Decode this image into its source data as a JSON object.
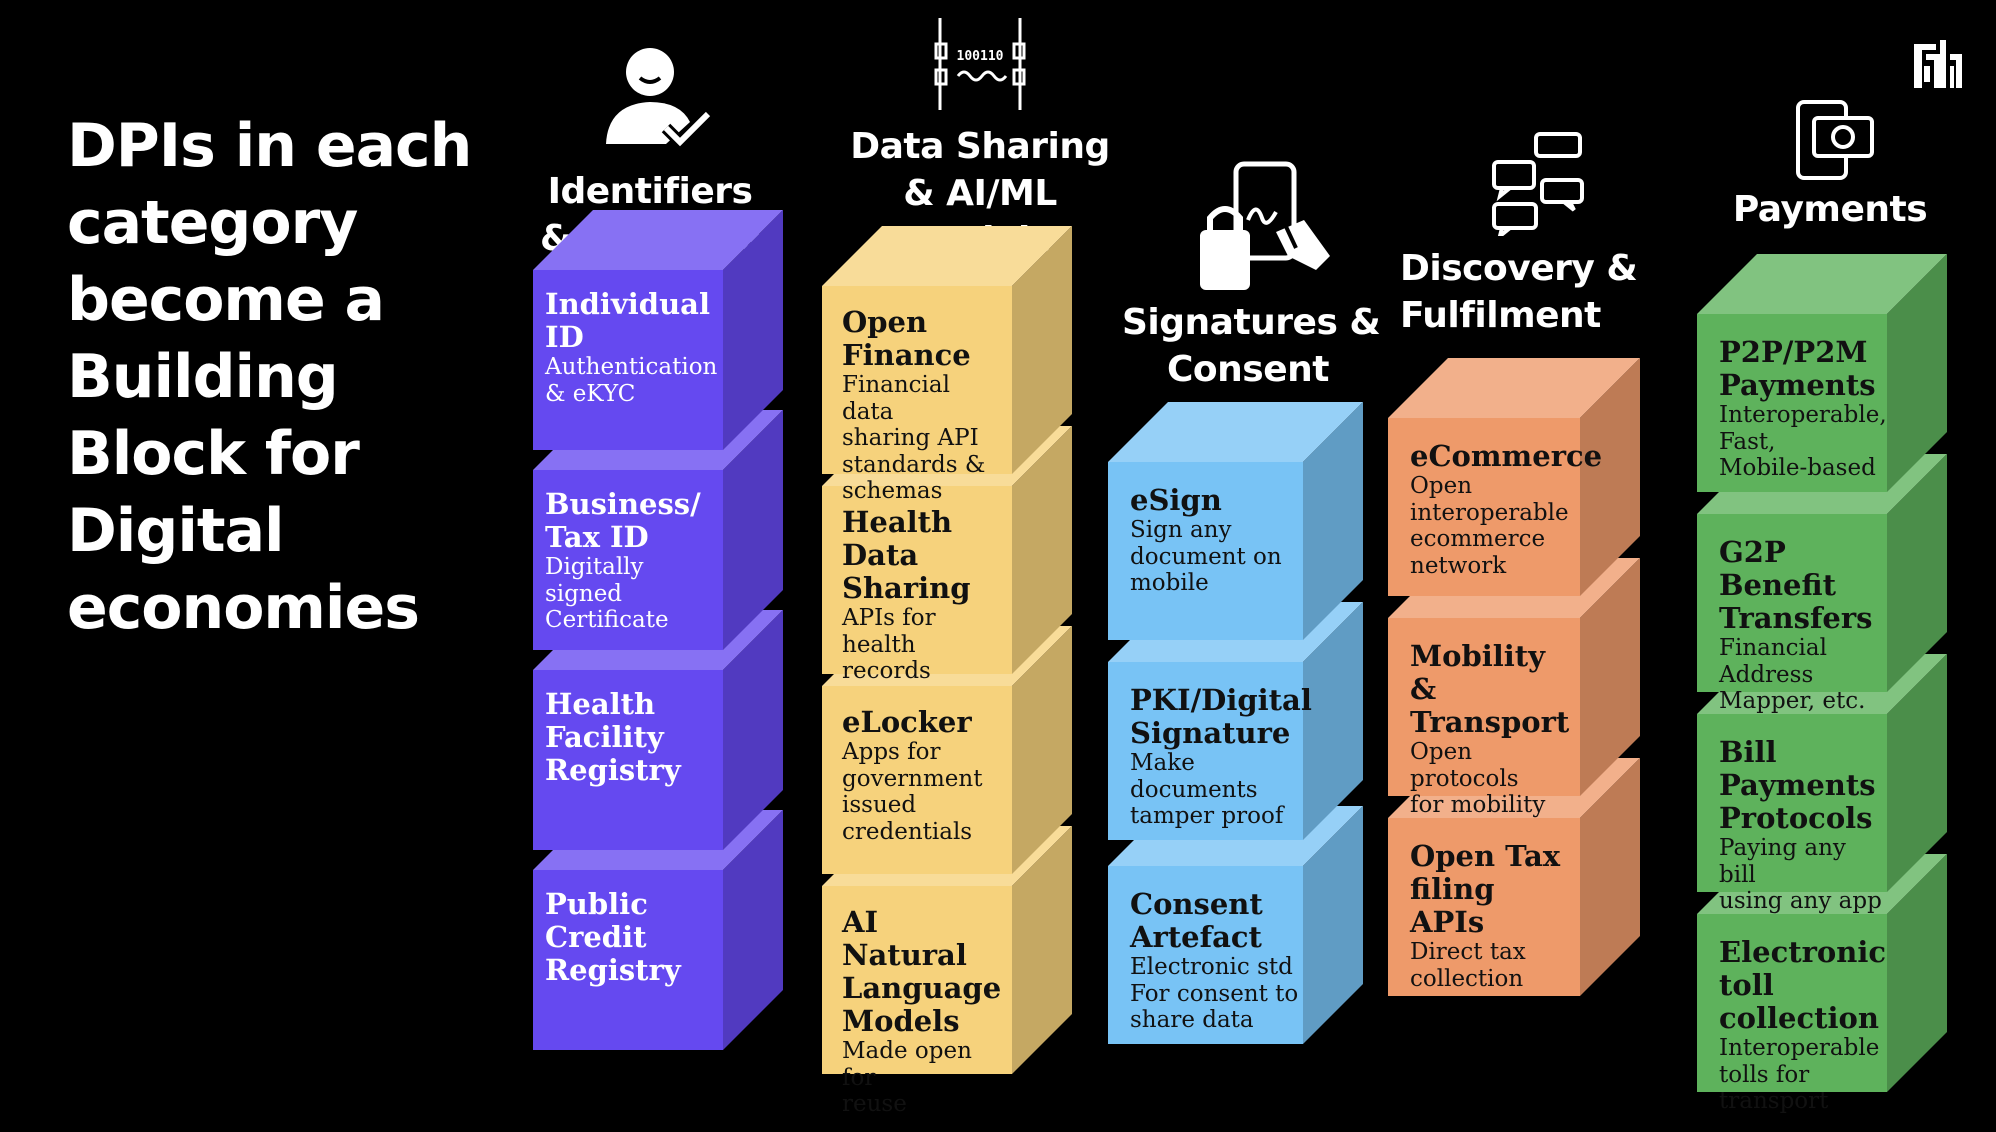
{
  "headline": [
    "DPIs in each",
    "category",
    "become a",
    "Building",
    "Block for",
    "Digital",
    "economies"
  ],
  "colors": {
    "identifiers": "#6549F0",
    "data_sharing": "#F6D27C",
    "signatures": "#78C3F5",
    "discovery": "#EE9A6A",
    "payments": "#5EB25C"
  },
  "columns": [
    {
      "title": [
        "Identifiers",
        "& Registries"
      ],
      "icon": "person-check-icon",
      "items": [
        {
          "title": "Individual\nID",
          "desc": "Authentication\n& eKYC"
        },
        {
          "title": "Business/\nTax ID",
          "desc": "Digitally\nsigned\nCertificate"
        },
        {
          "title": "Health\nFacility\nRegistry",
          "desc": ""
        },
        {
          "title": "Public\nCredit\nRegistry",
          "desc": ""
        }
      ]
    },
    {
      "title": [
        "Data Sharing",
        "& AI/ML",
        "Models"
      ],
      "icon": "binary-data-icon",
      "items": [
        {
          "title": "Open\nFinance",
          "desc": "Financial data\nsharing API\nstandards &\nschemas"
        },
        {
          "title": "Health\nData\nSharing",
          "desc": "APIs for\nhealth records"
        },
        {
          "title": "eLocker",
          "desc": "Apps for\ngovernment\nissued\ncredentials"
        },
        {
          "title": "AI Natural\nLanguage\nModels",
          "desc": "Made open for\nreuse"
        }
      ]
    },
    {
      "title": [
        "Signatures &",
        "Consent"
      ],
      "icon": "phone-sign-lock-icon",
      "items": [
        {
          "title": "eSign",
          "desc": "Sign any\ndocument on\nmobile"
        },
        {
          "title": "PKI/Digital\nSignature",
          "desc": "Make\ndocuments\ntamper proof"
        },
        {
          "title": "Consent\nArtefact",
          "desc": "Electronic std\nFor consent to\nshare data"
        }
      ]
    },
    {
      "title": [
        "Discovery &",
        "Fulfilment"
      ],
      "icon": "chat-bubbles-icon",
      "items": [
        {
          "title": "eCommerce",
          "desc": "Open\ninteroperable\necommerce\nnetwork"
        },
        {
          "title": "Mobility &\nTransport",
          "desc": "Open protocols\nfor mobility"
        },
        {
          "title": "Open Tax\nfiling APIs",
          "desc": "Direct tax\ncollection"
        }
      ]
    },
    {
      "title": [
        "Payments"
      ],
      "icon": "phone-cash-icon",
      "items": [
        {
          "title": "P2P/P2M\nPayments",
          "desc": "Interoperable,\nFast,\nMobile-based"
        },
        {
          "title": "G2P Benefit\nTransfers",
          "desc": "Financial\nAddress\nMapper, etc."
        },
        {
          "title": "Bill\nPayments\nProtocols",
          "desc": "Paying any bill\nusing any app"
        },
        {
          "title": "Electronic\ntoll collection",
          "desc": "Interoperable\ntolls for\ntransport"
        }
      ]
    }
  ]
}
